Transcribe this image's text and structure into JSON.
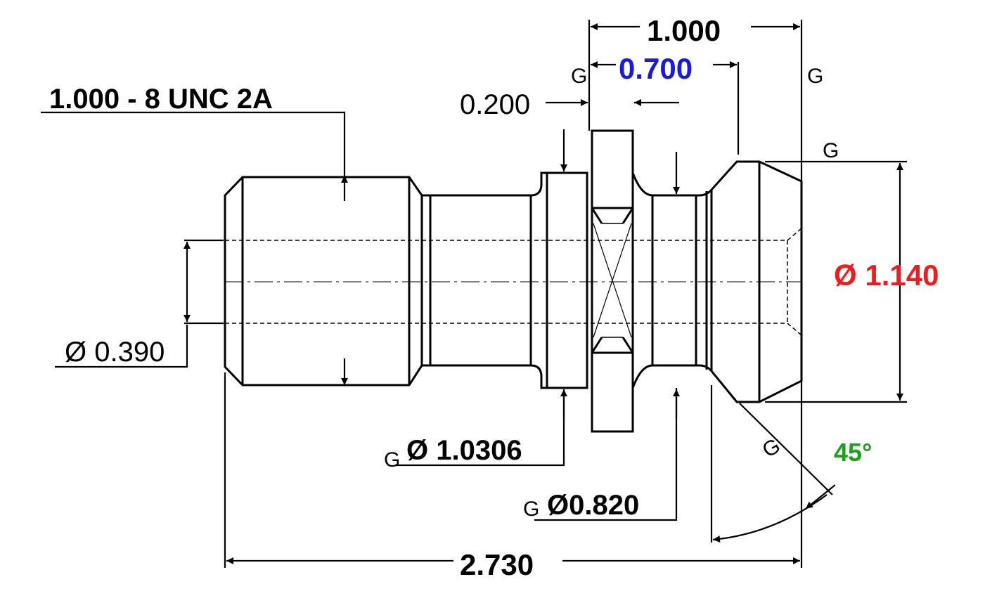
{
  "dimensions": {
    "thread_spec": "1.000 - 8 UNC 2A",
    "overall_length": "2.730",
    "flange_width": "1.000",
    "neck_length": "0.700",
    "flange_offset": "0.200",
    "bore_diameter": "Ø 0.390",
    "collar_diameter": "Ø 1.0306",
    "neck_diameter": "Ø0.820",
    "head_diameter": "Ø 1.140",
    "chamfer_angle": "45°"
  },
  "grind_marks": {
    "symbol": "G"
  },
  "colors": {
    "line": "#000000",
    "neck_length": "#1a1adb",
    "head_diameter": "#ee1c1c",
    "chamfer_angle": "#1ea01e"
  }
}
